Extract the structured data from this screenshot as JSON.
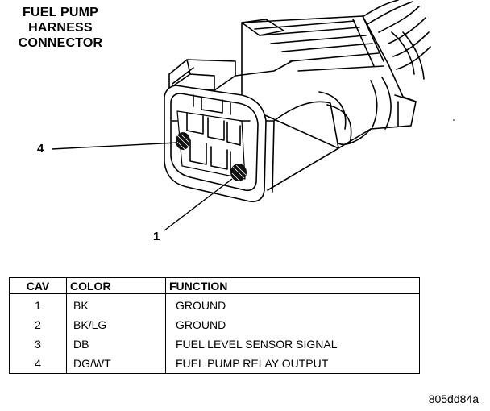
{
  "title": {
    "line1": "FUEL PUMP",
    "line2": "HARNESS",
    "line3": "CONNECTOR"
  },
  "callouts": {
    "cav4": "4",
    "cav1": "1"
  },
  "table": {
    "headers": [
      "CAV",
      "COLOR",
      "FUNCTION"
    ],
    "rows": [
      {
        "cav": "1",
        "color": "BK",
        "function": "GROUND"
      },
      {
        "cav": "2",
        "color": "BK/LG",
        "function": "GROUND"
      },
      {
        "cav": "3",
        "color": "DB",
        "function": "FUEL LEVEL SENSOR SIGNAL"
      },
      {
        "cav": "4",
        "color": "DG/WT",
        "function": "FUEL PUMP RELAY OUTPUT"
      }
    ]
  },
  "figure_code": "805dd84a"
}
